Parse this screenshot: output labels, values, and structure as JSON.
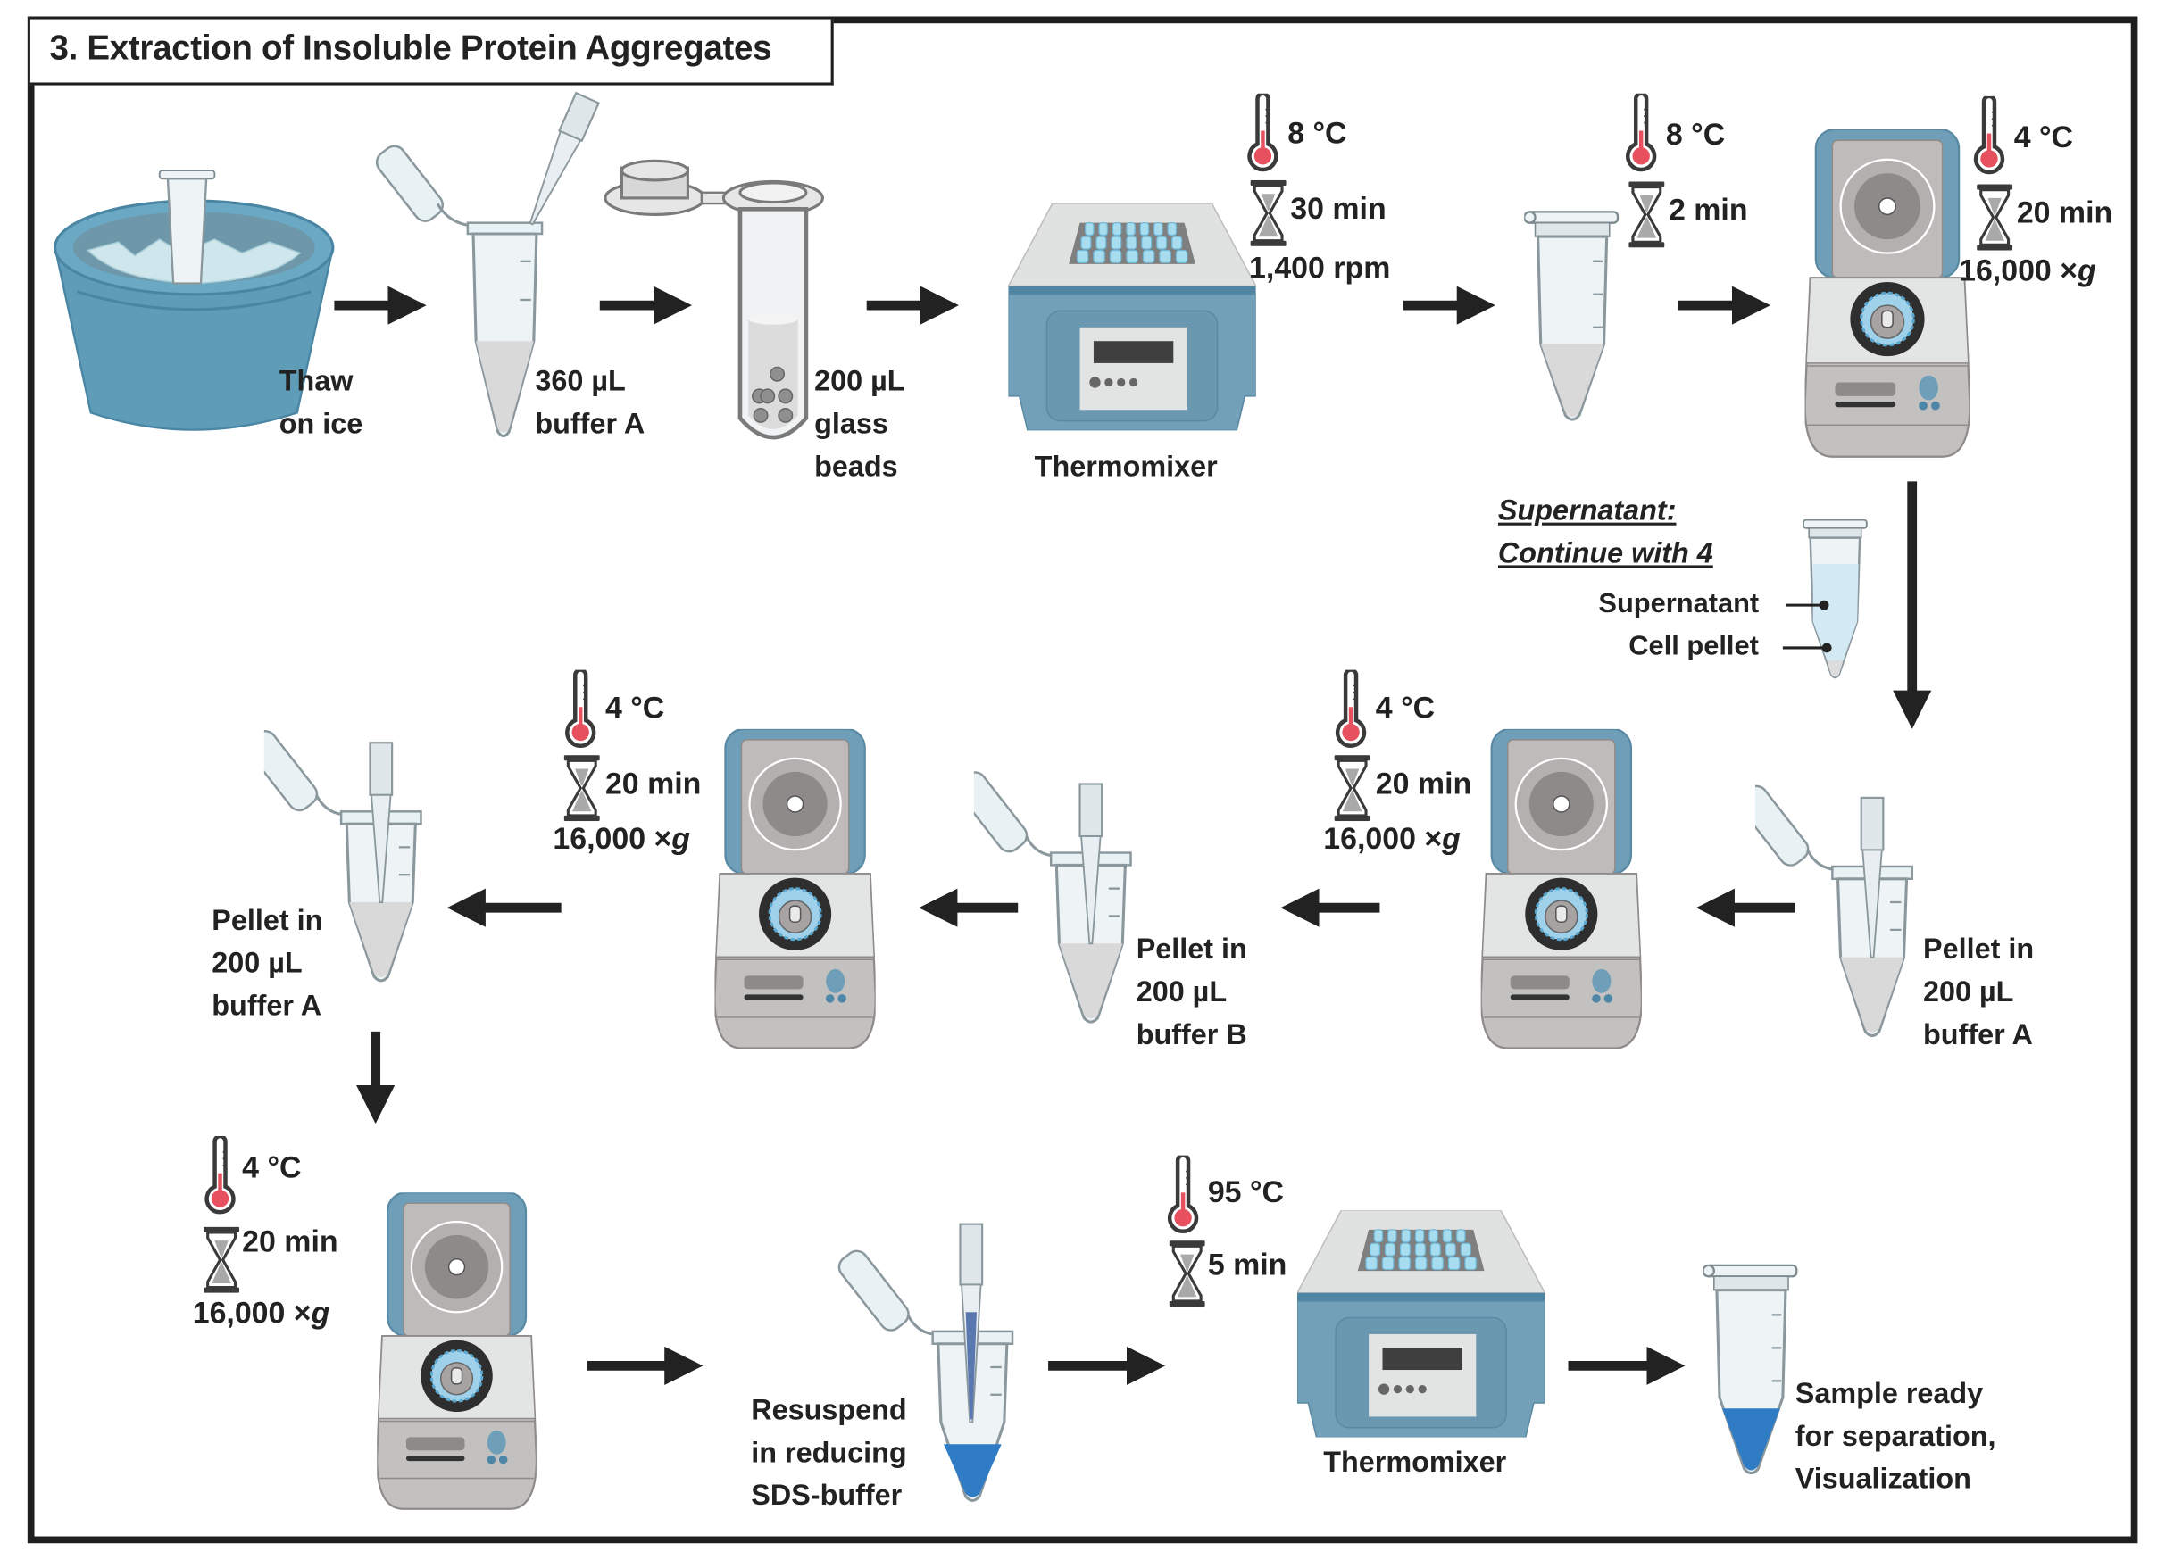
{
  "title": "3. Extraction of Insoluble Protein Aggregates",
  "colors": {
    "frame": "#1e1e1e",
    "arrow": "#222222",
    "bucket_blue": "#5e9cb8",
    "device_blue": "#6f9fb8",
    "device_grey": "#c3c1c0",
    "thermometer_red": "#e6505f",
    "sds_buffer_blue": "#2f7bc4",
    "supernatant_blue": "#d3e9f4"
  },
  "row1": {
    "step1": {
      "icon": "ice-bucket-icon",
      "label": [
        "Thaw",
        "on ice"
      ]
    },
    "step2": {
      "icon": "microtube-with-pipette-icon",
      "label": [
        "360 µL",
        "buffer A"
      ]
    },
    "step3": {
      "icon": "screw-cap-tube-with-beads-icon",
      "label": [
        "200 µL",
        "glass",
        "beads"
      ]
    },
    "step4": {
      "icon": "thermomixer-icon",
      "label": "Thermomixer",
      "conditions": {
        "temperature": "8 °C",
        "time": "30 min",
        "speed": "1,400 rpm"
      }
    },
    "step5": {
      "icon": "microtube-icon",
      "conditions": {
        "temperature": "8 °C",
        "time": "2 min"
      }
    },
    "step6": {
      "icon": "centrifuge-icon",
      "conditions": {
        "temperature": "4 °C",
        "time": "20 min",
        "force": "16,000 ×",
        "force_unit": "g"
      }
    }
  },
  "supernatant_note": {
    "line1": "Supernatant:",
    "line2": "Continue with 4",
    "labels": {
      "top": "Supernatant",
      "bottom": "Cell pellet"
    }
  },
  "row2": {
    "step7": {
      "icon": "microtube-with-pipette-icon",
      "label": [
        "Pellet in",
        "200 µL",
        "buffer A"
      ]
    },
    "step8": {
      "icon": "centrifuge-icon",
      "conditions": {
        "temperature": "4 °C",
        "time": "20 min",
        "force": "16,000 ×",
        "force_unit": "g"
      }
    },
    "step9": {
      "icon": "microtube-with-pipette-icon",
      "label": [
        "Pellet in",
        "200 µL",
        "buffer B"
      ]
    },
    "step10": {
      "icon": "centrifuge-icon",
      "conditions": {
        "temperature": "4 °C",
        "time": "20 min",
        "force": "16,000 ×",
        "force_unit": "g"
      }
    },
    "step11": {
      "icon": "microtube-with-pipette-icon",
      "label": [
        "Pellet in",
        "200 µL",
        "buffer A"
      ]
    }
  },
  "row3": {
    "step12": {
      "icon": "centrifuge-icon",
      "conditions": {
        "temperature": "4 °C",
        "time": "20 min",
        "force": "16,000 ×",
        "force_unit": "g"
      }
    },
    "step13": {
      "icon": "microtube-with-pipette-icon",
      "label": [
        "Resuspend",
        "in reducing",
        "SDS-buffer"
      ]
    },
    "step14": {
      "icon": "thermomixer-icon",
      "label": "Thermomixer",
      "conditions": {
        "temperature": "95 °C",
        "time": "5 min"
      }
    },
    "step15": {
      "icon": "microtube-icon",
      "label": [
        "Sample ready",
        "for separation,",
        "Visualization"
      ]
    }
  }
}
